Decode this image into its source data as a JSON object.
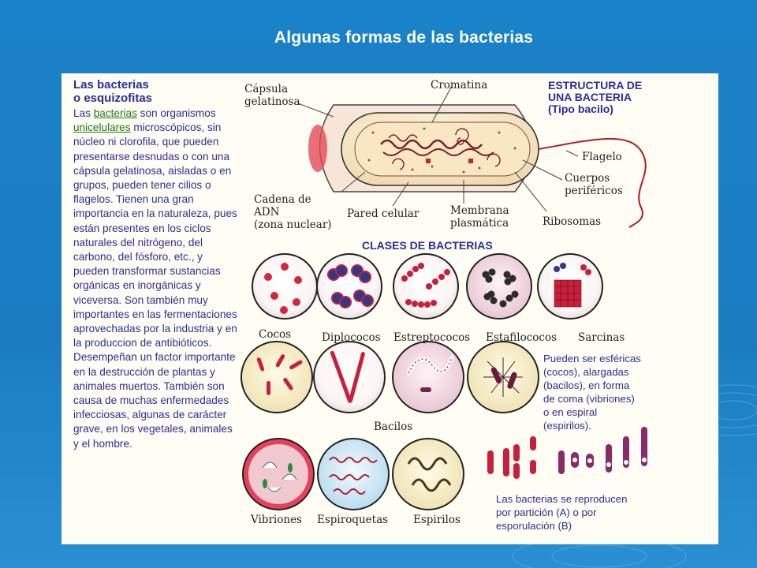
{
  "slide": {
    "title": "Algunas formas de las bacterias"
  },
  "sidebar": {
    "title_line1": "Las bacterias",
    "title_line2": "o esquizofitas",
    "text_pre": "Las ",
    "link1": "bacterias",
    "text_mid": " son organismos ",
    "link2": "unicelulares",
    "text_body": " microscópicos, sin núcleo ni clorofila, que pueden presentarse desnudas o con una cápsula gelatinosa, aisladas o en grupos, pueden tener cilios o flagelos. Tienen una gran importancia en la naturaleza, pues están presentes en los ciclos naturales del nitrógeno, del carbono, del fósforo, etc., y pueden transformar sustancias orgánicas en inorgánicas y viceversa. Son también muy importantes en las fermentaciones aprovechadas por la industria y en la produccion de antibióticos. Desempeñan un factor importante en la destrucción de plantas y animales muertos. También son causa de muchas enfermedades infecciosas, algunas de carácter grave, en los vegetales, animales y el hombre."
  },
  "structure": {
    "heading_line1": "ESTRUCTURA DE",
    "heading_line2": "UNA BACTERIA",
    "heading_line3": "(Tipo bacilo)",
    "labels": {
      "capsula1": "Cápsula",
      "capsula2": "gelatinosa",
      "cromatina": "Cromatina",
      "flagelo": "Flagelo",
      "cuerpos1": "Cuerpos",
      "cuerpos2": "periféricos",
      "ribosomas": "Ribosomas",
      "cadena1": "Cadena de",
      "cadena2": "ADN",
      "cadena3": "(zona nuclear)",
      "pared": "Pared celular",
      "membrana1": "Membrana",
      "membrana2": "plasmática"
    }
  },
  "classes": {
    "heading": "CLASES DE BACTERIAS",
    "cocos": "Cocos",
    "diplococos": "Diplococos",
    "estreptococos": "Estreptococos",
    "estafilococos": "Estafilococos",
    "sarcinas": "Sarcinas",
    "bacilos": "Bacilos",
    "vibriones": "Vibriones",
    "espiroquetas": "Espiroquetas",
    "espirilos": "Espirilos",
    "shapes_line1": "Pueden ser esféricas",
    "shapes_line2": "(cocos), alargadas",
    "shapes_line3": "(bacilos), en forma",
    "shapes_line4": "de coma (vibriones)",
    "shapes_line5": "o en espiral",
    "shapes_line6": "(espirilos).",
    "repro_line1": "Las bacterias se reproducen",
    "repro_line2": "por partición (A) o por",
    "repro_line3": "esporulación (B)"
  },
  "colors": {
    "background": "#1a82c8",
    "panel": "#fffdf4",
    "text_blue": "#2a2f9a",
    "link_green": "#1f7a1f",
    "bacteria_red": "#c8203a"
  }
}
